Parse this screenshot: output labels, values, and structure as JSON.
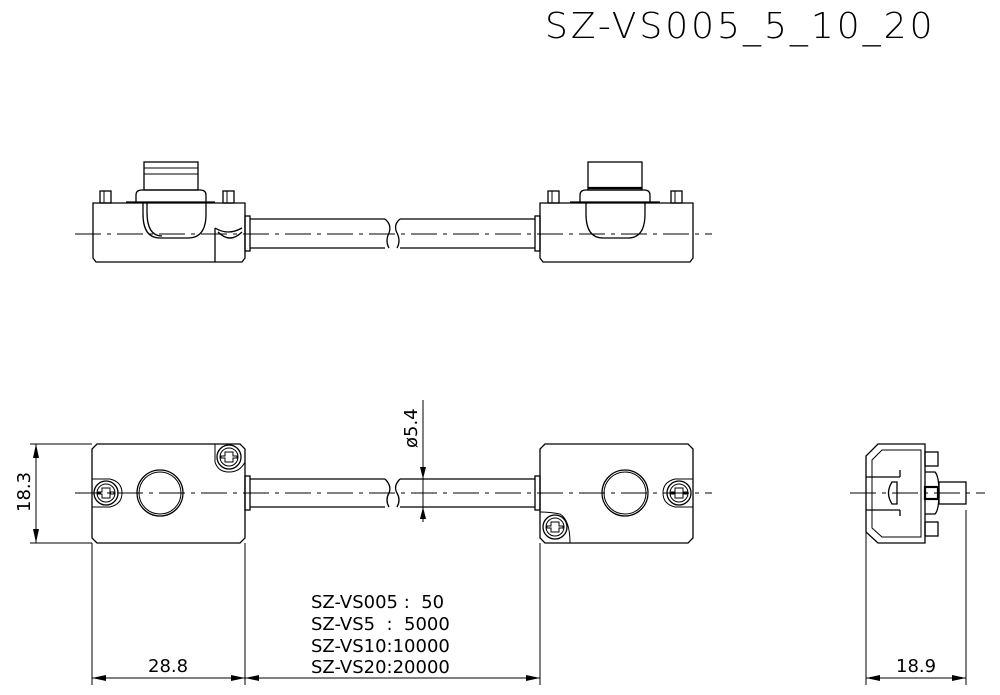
{
  "title": "SZ-VS005_5_10_20",
  "dimensions": {
    "height": "18.3",
    "cable_diameter": "ø5.4",
    "connector_width": "28.8",
    "side_depth": "18.9"
  },
  "cable_length_table": {
    "rows": [
      "SZ-VS005 :  50",
      "SZ-VS5  :  5000",
      "SZ-VS10:10000",
      "SZ-VS20:20000"
    ]
  },
  "views": {
    "top": "top-view",
    "front": "front-view",
    "side": "side-view"
  },
  "colors": {
    "line": "#000000",
    "background": "#ffffff"
  }
}
